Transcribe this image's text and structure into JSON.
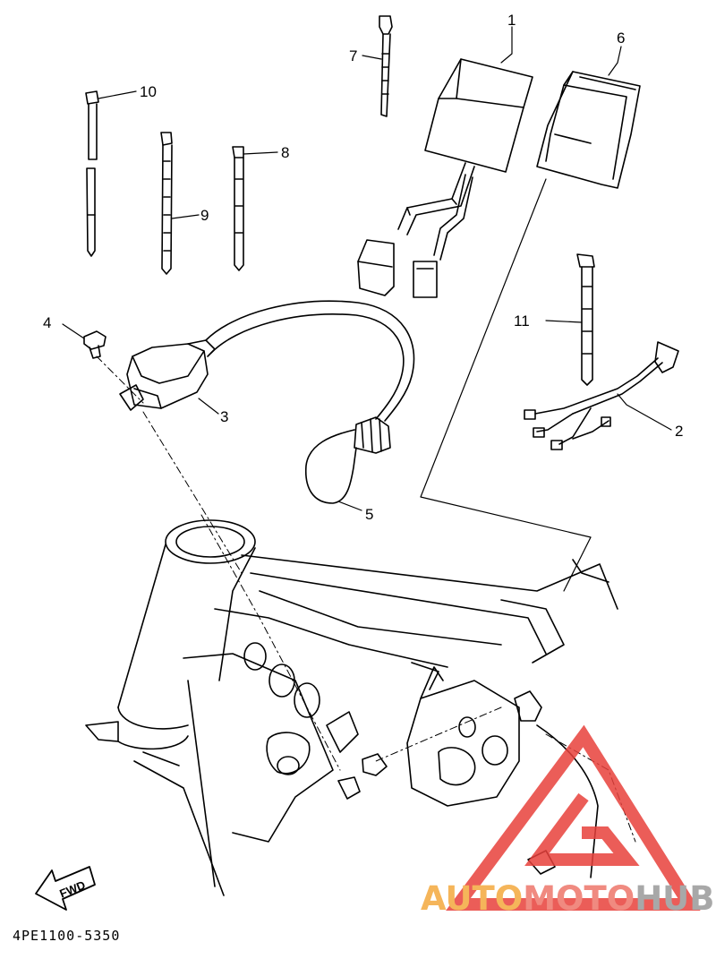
{
  "callouts": [
    {
      "id": "1",
      "text": "1"
    },
    {
      "id": "2",
      "text": "2"
    },
    {
      "id": "3",
      "text": "3"
    },
    {
      "id": "4",
      "text": "4"
    },
    {
      "id": "5",
      "text": "5"
    },
    {
      "id": "6",
      "text": "6"
    },
    {
      "id": "7",
      "text": "7"
    },
    {
      "id": "8",
      "text": "8"
    },
    {
      "id": "9",
      "text": "9"
    },
    {
      "id": "10",
      "text": "10"
    },
    {
      "id": "11",
      "text": "11"
    }
  ],
  "fwd_label": "FWD",
  "diagram_code": "4PE1100-5350",
  "watermark": {
    "part1": "AUTO",
    "part2": "MOTO",
    "part3": "HUB",
    "colors": {
      "auto": "#f5b55a",
      "moto": "#f08a80",
      "hub": "#a8a8a8",
      "triangle": "#e8413c"
    }
  }
}
